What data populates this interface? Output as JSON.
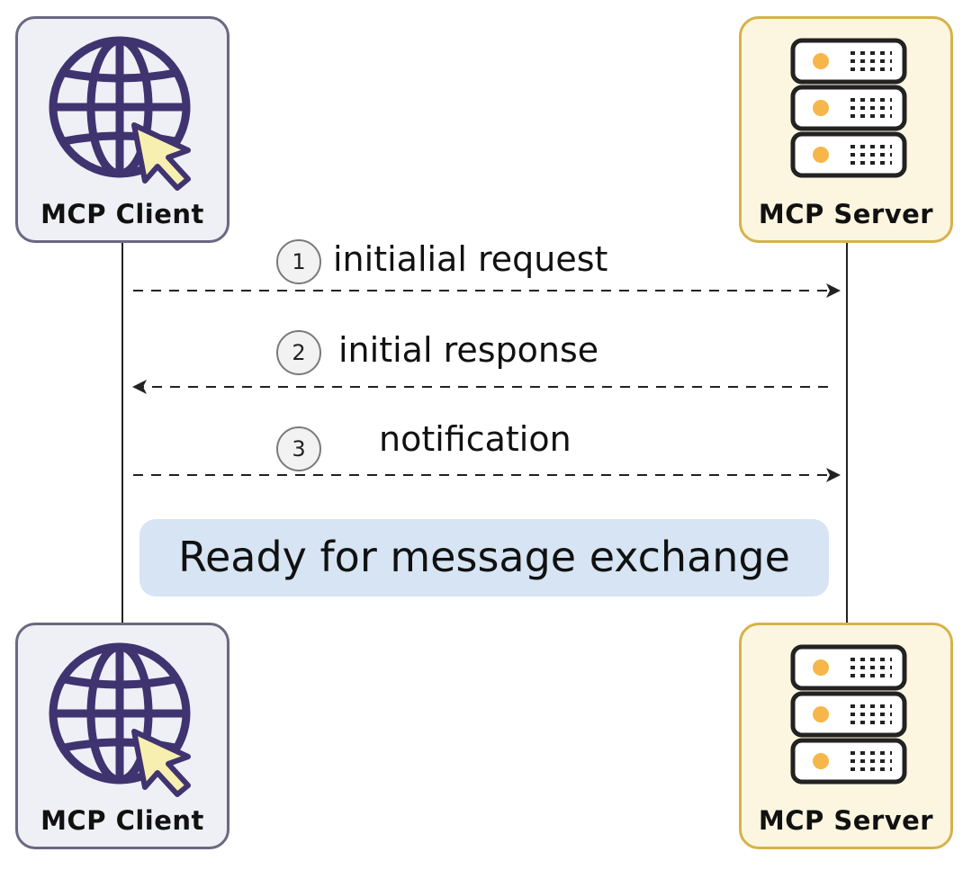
{
  "participants": {
    "client": {
      "label": "MCP Client",
      "icon": "globe-cursor-icon",
      "border_color": "#6b6880",
      "fill_color": "#efeff6",
      "icon_color": "#3f3470",
      "cursor_color": "#f7efb0"
    },
    "server": {
      "label": "MCP Server",
      "icon": "server-rack-icon",
      "border_color": "#d6b24a",
      "fill_color": "#fcf6e0",
      "led_color": "#f6b64a"
    }
  },
  "messages": [
    {
      "step": "1",
      "label": "initialial request",
      "direction": "client-to-server"
    },
    {
      "step": "2",
      "label": "initial response",
      "direction": "server-to-client"
    },
    {
      "step": "3",
      "label": "notification",
      "direction": "client-to-server"
    }
  ],
  "banner": {
    "text": "Ready for message exchange",
    "color": "#d6e4f3"
  }
}
